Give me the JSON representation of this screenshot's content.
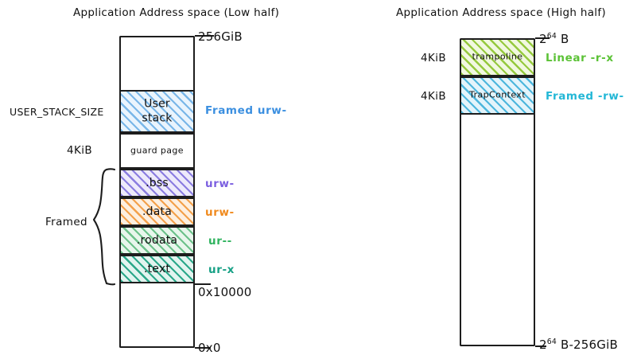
{
  "panels": [
    {
      "id": "low-half",
      "title": "Application Address space (Low half)",
      "top_address": "256GiB",
      "addresses": [
        {
          "name": "top",
          "text": "256GiB"
        },
        {
          "name": "text-base",
          "text": "0x10000"
        },
        {
          "name": "zero",
          "text": "0x0"
        }
      ],
      "side_labels": [
        {
          "name": "user-stack-size",
          "text": "USER_STACK_SIZE"
        },
        {
          "name": "guard-page-size",
          "text": "4KiB"
        },
        {
          "name": "framed-brace",
          "text": "Framed"
        }
      ],
      "blocks": [
        {
          "name": "empty-top",
          "label": "",
          "fill": "none",
          "perm": "",
          "perm_color": ""
        },
        {
          "name": "user-stack",
          "label": "User\nstack",
          "fill": "blue",
          "perm": "Framed urw-",
          "perm_color": "#3b8fe0"
        },
        {
          "name": "guard-page",
          "label": "guard page",
          "fill": "none",
          "perm": "",
          "perm_color": ""
        },
        {
          "name": "bss",
          "label": ".bss",
          "fill": "purple",
          "perm": "urw-",
          "perm_color": "#7b5fe0"
        },
        {
          "name": "data",
          "label": ".data",
          "fill": "orange",
          "perm": "urw-",
          "perm_color": "#f08a1e"
        },
        {
          "name": "rodata",
          "label": ".rodata",
          "fill": "lgreen",
          "perm": "ur--",
          "perm_color": "#2fb35e"
        },
        {
          "name": "text",
          "label": ".text",
          "fill": "teal",
          "perm": "ur-x",
          "perm_color": "#16a085"
        },
        {
          "name": "empty-bottom",
          "label": "",
          "fill": "none",
          "perm": "",
          "perm_color": ""
        }
      ]
    },
    {
      "id": "high-half",
      "title": "Application Address space (High half)",
      "addresses": [
        {
          "name": "top",
          "text_html": "2<sup>64</sup> B"
        },
        {
          "name": "bottom",
          "text_html": "2<sup>64</sup> B-256GiB"
        }
      ],
      "side_labels": [
        {
          "name": "trampoline-size",
          "text": "4KiB"
        },
        {
          "name": "trapcontext-size",
          "text": "4KiB"
        }
      ],
      "blocks": [
        {
          "name": "trampoline",
          "label": "trampoline",
          "fill": "ygreen",
          "perm": "Linear -r-x",
          "perm_color": "#5bc236"
        },
        {
          "name": "trapcontext",
          "label": "TrapContext",
          "fill": "cyan",
          "perm": "Framed -rw-",
          "perm_color": "#23b7d6"
        },
        {
          "name": "empty-rest",
          "label": "",
          "fill": "none",
          "perm": "",
          "perm_color": ""
        }
      ]
    }
  ],
  "colors": {
    "stroke": "#1d1d1d",
    "blue": "#3b8fe0",
    "purple": "#7b5fe0",
    "orange": "#f08a1e",
    "green": "#2fb35e",
    "teal": "#16a085",
    "yellow_green": "#5bc236",
    "cyan": "#23b7d6"
  }
}
